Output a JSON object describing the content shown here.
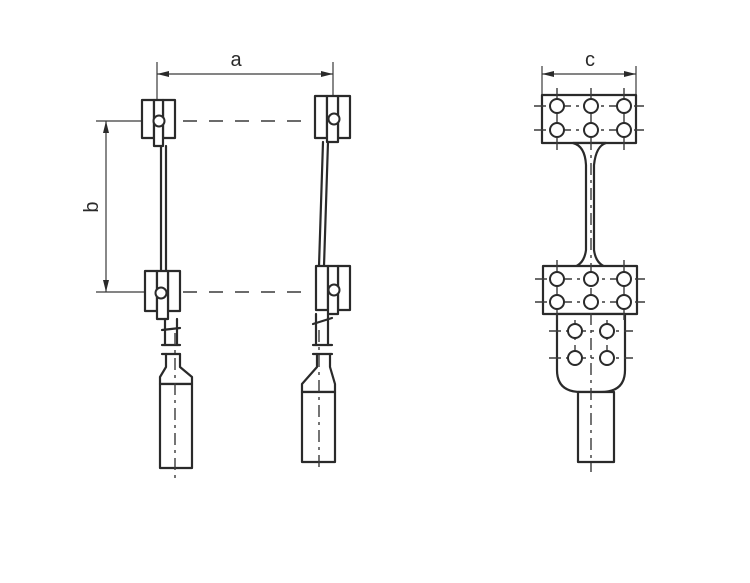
{
  "diagram": {
    "dimensions": {
      "a": "a",
      "b": "b",
      "c": "c"
    }
  }
}
